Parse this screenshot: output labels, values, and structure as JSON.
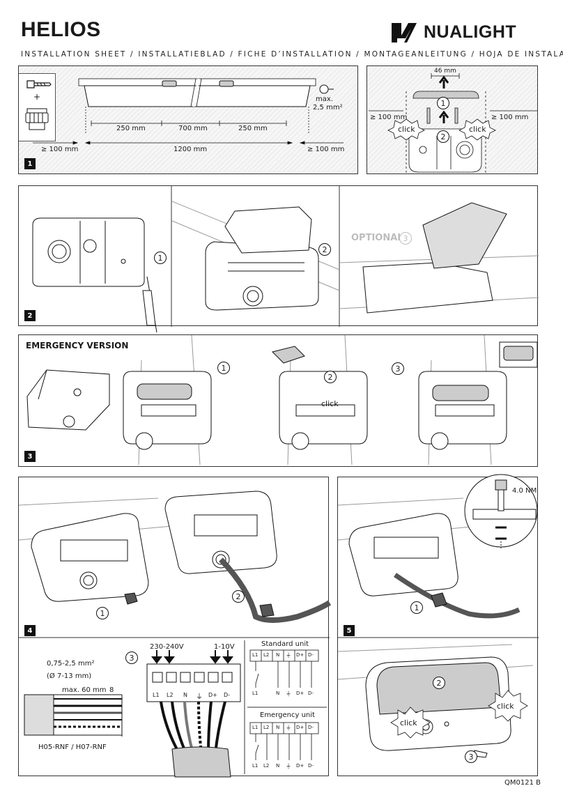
{
  "header": {
    "title": "HELIOS",
    "brand": "NUALIGHT",
    "subtitle": "INSTALLATION SHEET / INSTALLATIEBLAD / FICHE D’INSTALLATION / MONTAGEANLEITUNG / HOJA DE INSTALACIÓN"
  },
  "panel1": {
    "number": "1",
    "plus": "+",
    "dims": {
      "left_clear": "≥ 100 mm",
      "right_clear": "≥ 100 mm",
      "seg_a": "250 mm",
      "seg_b": "700 mm",
      "seg_c": "250 mm",
      "total": "1200 mm"
    },
    "ground_max": "max.",
    "ground_cross": "2,5 mm²",
    "detail": {
      "width": "46 mm",
      "left_clear": "≥ 100 mm",
      "right_clear": "≥ 100 mm",
      "step1": "1",
      "step2": "2",
      "click_left": "click",
      "click_right": "click"
    }
  },
  "panel2": {
    "number": "2",
    "step1": "1",
    "step2": "2",
    "optional_label": "OPTIONAL",
    "step3": "3"
  },
  "panel3": {
    "number": "3",
    "heading": "EMERGENCY VERSION",
    "step1": "1",
    "step2": "2",
    "step3": "3",
    "click": "click"
  },
  "panel4": {
    "number": "4",
    "step1": "1",
    "step2": "2",
    "step3": "3",
    "cross_section": "0,75-2,5 mm²",
    "diameter": "(Ø 7-13 mm)",
    "strip_max": "max. 60 mm",
    "strip_end": "8",
    "cable_type": "H05-RNF / H07-RNF",
    "voltage": "230-240V",
    "dim": "1-10V",
    "terminals": [
      "L1",
      "L2",
      "N",
      "⏚",
      "D+",
      "D-"
    ],
    "standard_title": "Standard unit",
    "emergency_title": "Emergency unit",
    "standard_bottom": [
      "L1",
      "N",
      "⏚",
      "D+",
      "D-"
    ],
    "emergency_bottom": [
      "L1",
      "L2",
      "N",
      "⏚",
      "D+",
      "D-"
    ]
  },
  "panel5": {
    "number": "5",
    "torque": "4.0 NM",
    "step1": "1",
    "step2": "2",
    "step3": "3",
    "click_left": "click",
    "click_right": "click"
  },
  "footer": {
    "code": "QM0121 B"
  }
}
